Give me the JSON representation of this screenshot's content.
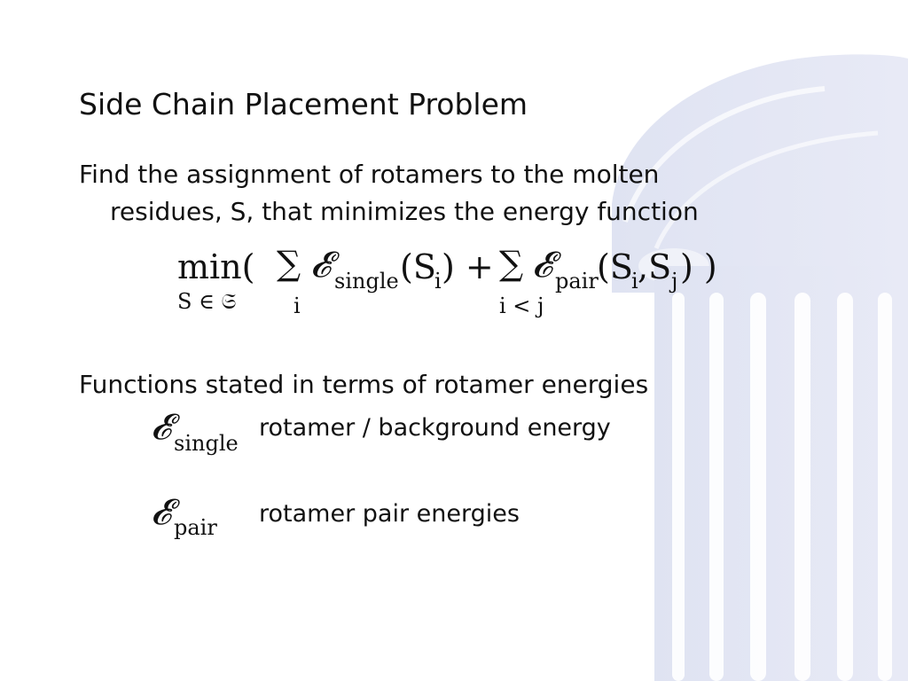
{
  "slide": {
    "title": "Side Chain Placement Problem",
    "find_line1": "Find the assignment of rotamers to the molten",
    "find_line2": "residues, S, that minimizes the energy function",
    "formula": {
      "min": "min(",
      "min_sub": "S ∈ 𝔖",
      "sum1": "∑",
      "sum1_sub": "i",
      "e1": "𝓔",
      "e1_sub": "single",
      "args1": "(S",
      "args1_sub": "i",
      "args1_close": ") +",
      "sum2": "∑",
      "sum2_sub": "i < j",
      "e2": "𝓔",
      "e2_sub": "pair",
      "args2a": "(S",
      "args2a_sub": "i",
      "args2b": ",S",
      "args2b_sub": "j",
      "args2_close": ") )"
    },
    "functions_line": "Functions stated in terms of rotamer energies",
    "single": {
      "symbol": "𝓔",
      "sub": "single",
      "desc": "rotamer / background energy"
    },
    "pair": {
      "symbol": "𝓔",
      "sub": "pair",
      "desc": "rotamer pair energies"
    },
    "colors": {
      "text": "#111111",
      "column_fill": "#e2e5f3",
      "column_stripe": "#ffffff"
    }
  }
}
